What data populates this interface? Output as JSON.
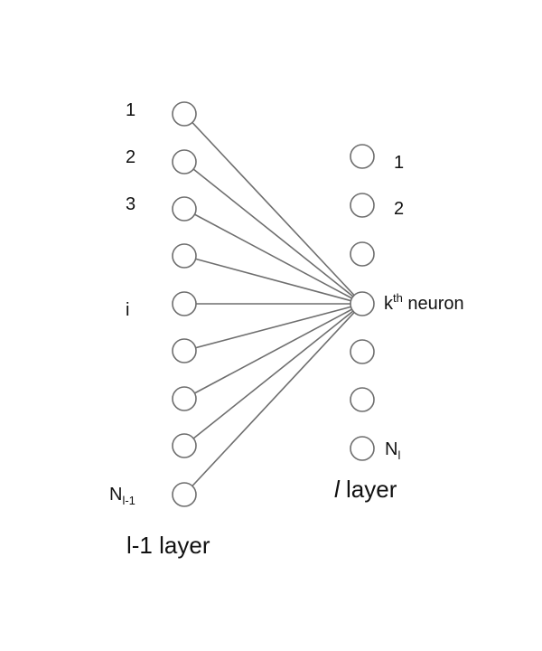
{
  "diagram": {
    "left_layer": {
      "title": "l-1 layer",
      "labels": [
        "1",
        "2",
        "3",
        "",
        "i",
        "",
        "",
        "",
        "N"
      ],
      "last_label_sub": "l-1"
    },
    "right_layer": {
      "title_italic": "l",
      "title_rest": " layer",
      "labels": [
        "1",
        "2",
        "",
        "k",
        "",
        "",
        "N"
      ],
      "kth_sup": "th",
      "kth_rest": " neuron",
      "last_label_sub": "l"
    },
    "colors": {
      "stroke": "#6e6e6e",
      "text": "#111111",
      "background": "#ffffff"
    }
  }
}
